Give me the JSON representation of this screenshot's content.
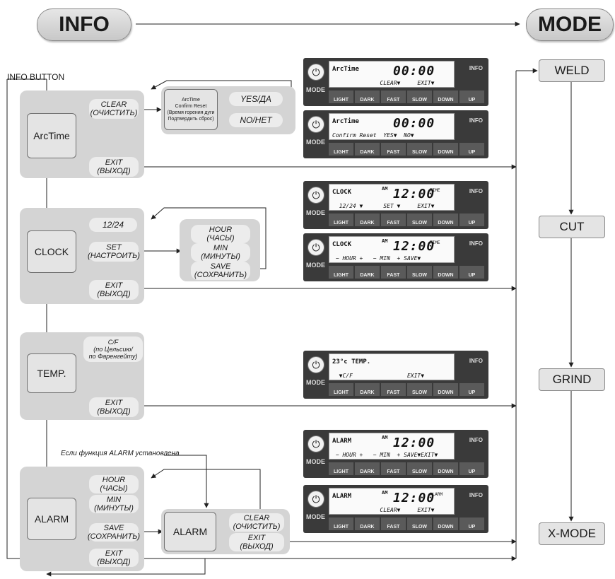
{
  "header": {
    "info": "INFO",
    "mode": "MODE"
  },
  "info_button_label": "INFO BUTTON",
  "alarm_note": "Если функция ALARM установлена",
  "nodes": {
    "arctime": "ArcTime",
    "clock": "CLOCK",
    "temp": "TEMP.",
    "alarm": "ALARM",
    "alarm2": "ALARM"
  },
  "confirm": {
    "l1": "ArcTime",
    "l2": "Confirm Reset",
    "l3": "(Время горения дуги",
    "l4": "Подтвердить сброс)"
  },
  "options": {
    "clear": [
      "CLEAR",
      "(ОЧИСТИТЬ)"
    ],
    "exit": [
      "EXIT",
      "(ВЫХОД)"
    ],
    "yes": "YES/ДА",
    "no": "NO/НЕТ",
    "h1224": "12/24",
    "set": [
      "SET",
      "(НАСТРОИТЬ)"
    ],
    "hour": [
      "HOUR",
      "(ЧАСЫ)"
    ],
    "min": [
      "MIN",
      "(МИНУТЫ)"
    ],
    "save": [
      "SAVE",
      "(СОХРАНИТЬ)"
    ],
    "cf": [
      "C/F",
      "(по Цельсию/",
      "по Фаренгейту)"
    ]
  },
  "modes": [
    "WELD",
    "CUT",
    "GRIND",
    "X-MODE"
  ],
  "panel": {
    "mode": "MODE",
    "info": "INFO",
    "buttons": [
      "LIGHT",
      "DARK",
      "FAST",
      "SLOW",
      "DOWN",
      "UP"
    ],
    "power_icon": "power-icon"
  },
  "lcd_screens": [
    {
      "l1": "ArcTime",
      "big": "00:00",
      "am": "",
      "sup": "",
      "row": "              CLEAR▼     EXIT▼"
    },
    {
      "l1": "ArcTime",
      "big": "00:00",
      "am": "",
      "sup": "",
      "row": "Confirm Reset  YES▼  NO▼"
    },
    {
      "l1": "CLOCK",
      "big": "12:00",
      "am": "AM",
      "sup": "TIME",
      "row": "  12/24 ▼      SET ▼     EXIT▼"
    },
    {
      "l1": "CLOCK",
      "big": "12:00",
      "am": "AM",
      "sup": "TIME",
      "row": " − HOUR +   − MIN  + SAVE▼"
    },
    {
      "l1": "23°c TEMP.",
      "big": "",
      "am": "",
      "sup": "",
      "row": "  ▼C/F                EXIT▼"
    },
    {
      "l1": "ALARM",
      "big": "12:00",
      "am": "AM",
      "sup": "",
      "row": " − HOUR +   − MIN  + SAVE▼EXIT▼"
    },
    {
      "l1": "ALARM",
      "big": "12:00",
      "am": "AM",
      "sup": "ALARM",
      "row": "              CLEAR▼     EXIT▼"
    }
  ]
}
